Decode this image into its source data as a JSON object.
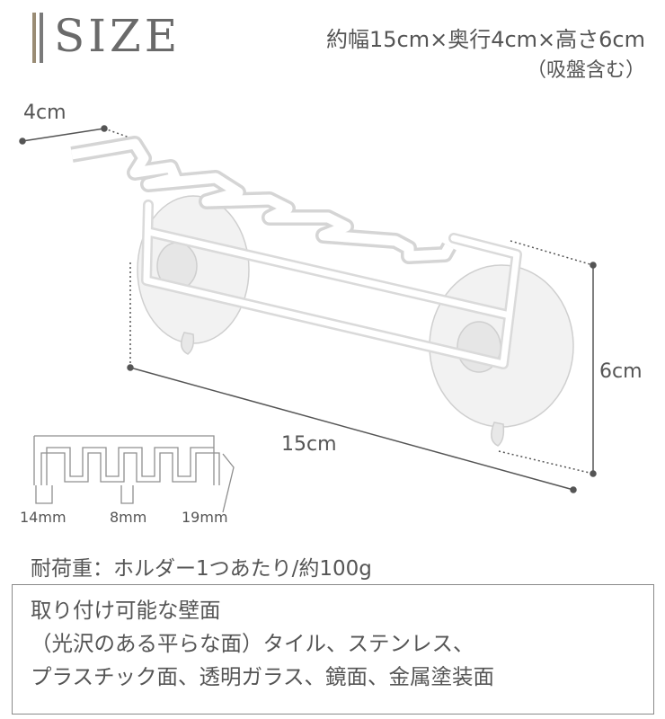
{
  "header": {
    "title": "SIZE",
    "dims_line1": "約幅15cm×奥行4cm×高さ6cm",
    "dims_line2": "（吸盤含む）"
  },
  "diagram": {
    "depth_label": "4cm",
    "width_label": "15cm",
    "height_label": "6cm",
    "slot_labels": [
      "14mm",
      "8mm",
      "19mm"
    ]
  },
  "load": "耐荷重：ホルダー1つあたり/約100g",
  "surfaces": {
    "lines": [
      "取り付け可能な壁面",
      "（光沢のある平らな面）タイル、ステンレス、",
      "プラスチック面、透明ガラス、鏡面、金属塗装面"
    ]
  }
}
